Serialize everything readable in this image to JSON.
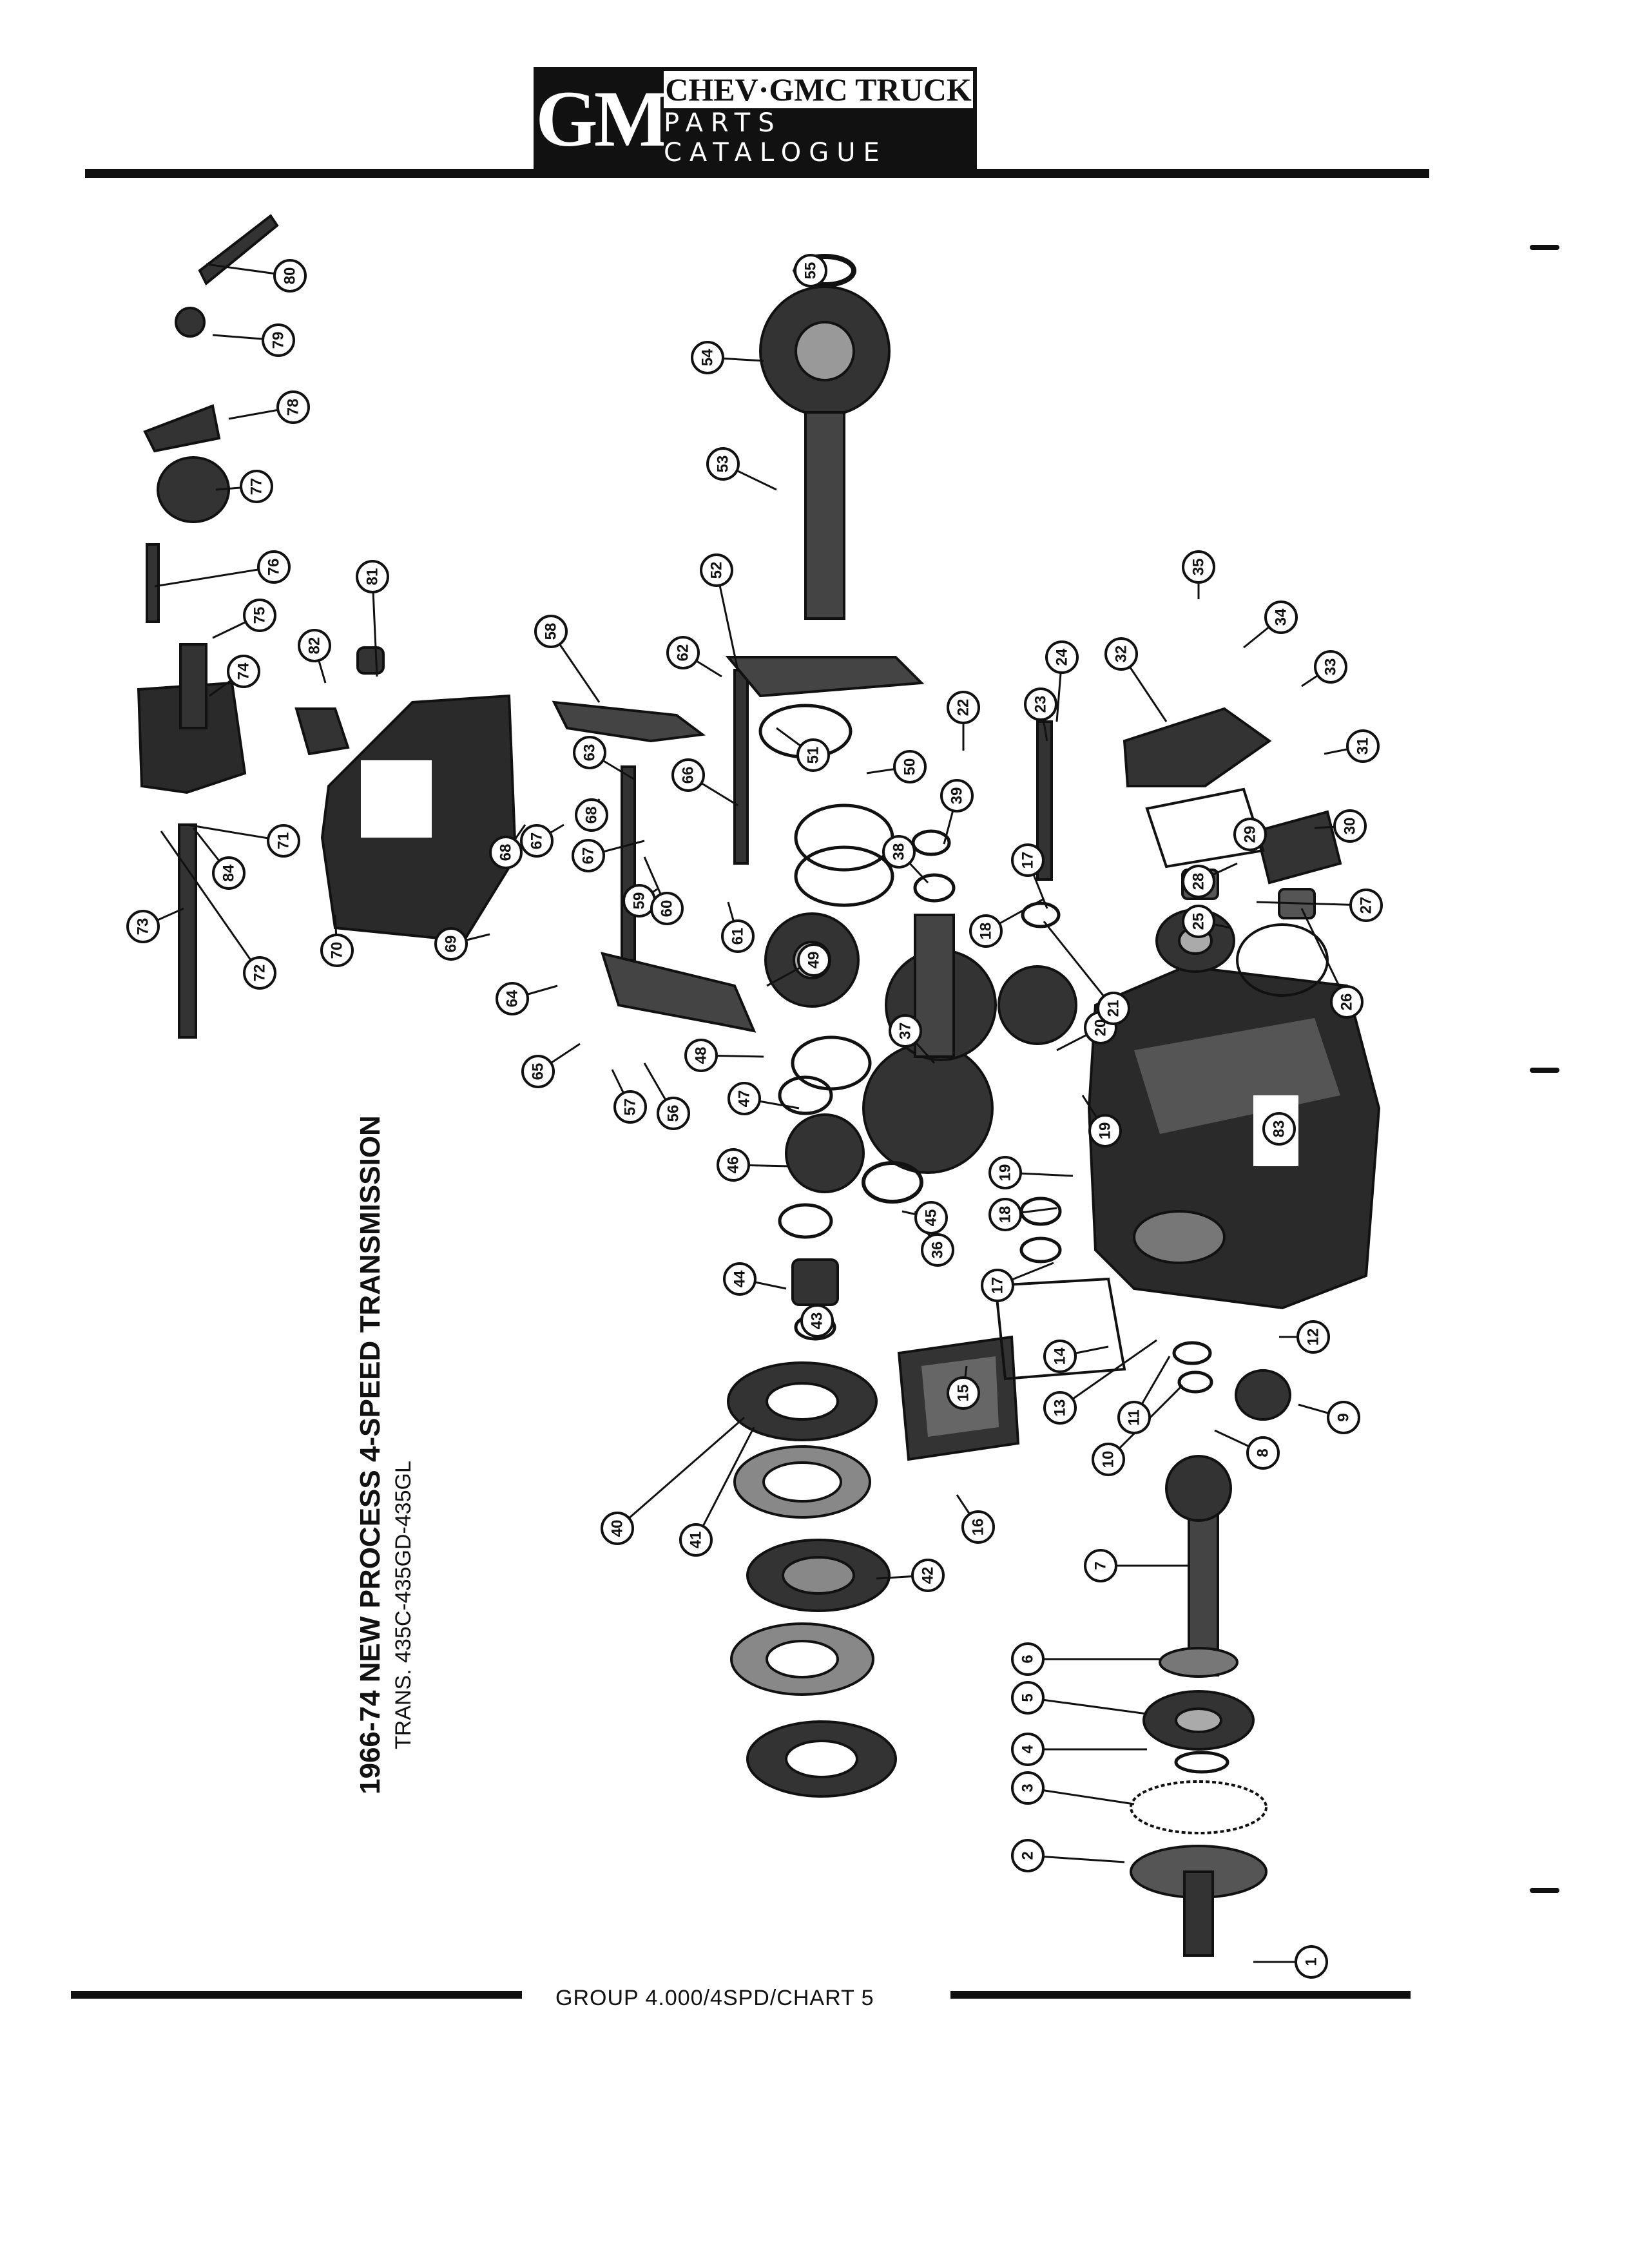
{
  "header": {
    "logo_text": "GM",
    "brand_line1": "CHEV·GMC TRUCK",
    "brand_line2": "PARTS CATALOGUE"
  },
  "title": {
    "line1": "1966-74 NEW PROCESS 4-SPEED TRANSMISSION",
    "line2": "TRANS. 435C-435GD-435GL"
  },
  "footer": {
    "label": "GROUP 4.000/4SPD/CHART 5"
  },
  "callouts": [
    {
      "n": "1"
    },
    {
      "n": "2"
    },
    {
      "n": "3"
    },
    {
      "n": "4"
    },
    {
      "n": "5"
    },
    {
      "n": "6"
    },
    {
      "n": "7"
    },
    {
      "n": "8"
    },
    {
      "n": "9"
    },
    {
      "n": "10"
    },
    {
      "n": "11"
    },
    {
      "n": "12"
    },
    {
      "n": "13"
    },
    {
      "n": "14"
    },
    {
      "n": "15"
    },
    {
      "n": "16"
    },
    {
      "n": "17"
    },
    {
      "n": "17"
    },
    {
      "n": "18"
    },
    {
      "n": "18"
    },
    {
      "n": "19"
    },
    {
      "n": "19"
    },
    {
      "n": "20"
    },
    {
      "n": "21"
    },
    {
      "n": "22"
    },
    {
      "n": "23"
    },
    {
      "n": "24"
    },
    {
      "n": "25"
    },
    {
      "n": "26"
    },
    {
      "n": "27"
    },
    {
      "n": "28"
    },
    {
      "n": "29"
    },
    {
      "n": "30"
    },
    {
      "n": "31"
    },
    {
      "n": "32"
    },
    {
      "n": "33"
    },
    {
      "n": "34"
    },
    {
      "n": "35"
    },
    {
      "n": "36"
    },
    {
      "n": "37"
    },
    {
      "n": "38"
    },
    {
      "n": "39"
    },
    {
      "n": "40"
    },
    {
      "n": "41"
    },
    {
      "n": "42"
    },
    {
      "n": "43"
    },
    {
      "n": "44"
    },
    {
      "n": "45"
    },
    {
      "n": "46"
    },
    {
      "n": "47"
    },
    {
      "n": "48"
    },
    {
      "n": "49"
    },
    {
      "n": "50"
    },
    {
      "n": "51"
    },
    {
      "n": "52"
    },
    {
      "n": "53"
    },
    {
      "n": "54"
    },
    {
      "n": "55"
    },
    {
      "n": "56"
    },
    {
      "n": "57"
    },
    {
      "n": "58"
    },
    {
      "n": "59"
    },
    {
      "n": "60"
    },
    {
      "n": "61"
    },
    {
      "n": "62"
    },
    {
      "n": "63"
    },
    {
      "n": "64"
    },
    {
      "n": "65"
    },
    {
      "n": "66"
    },
    {
      "n": "67"
    },
    {
      "n": "67"
    },
    {
      "n": "68"
    },
    {
      "n": "68"
    },
    {
      "n": "69"
    },
    {
      "n": "70"
    },
    {
      "n": "71"
    },
    {
      "n": "72"
    },
    {
      "n": "73"
    },
    {
      "n": "74"
    },
    {
      "n": "75"
    },
    {
      "n": "76"
    },
    {
      "n": "77"
    },
    {
      "n": "78"
    },
    {
      "n": "79"
    },
    {
      "n": "80"
    },
    {
      "n": "81"
    },
    {
      "n": "82"
    },
    {
      "n": "83"
    },
    {
      "n": "84"
    }
  ]
}
